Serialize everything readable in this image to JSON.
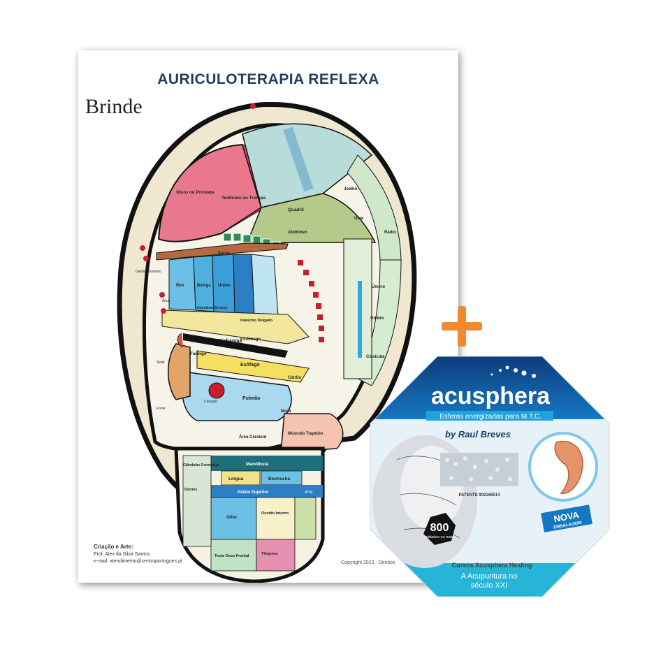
{
  "chart_sheet": {
    "title": "AURICULOTERAPIA REFLEXA",
    "overlay_label": "Brinde",
    "regions": {
      "utero": "Útero ou Próstata",
      "testiculo": "Testículo ou Trompa",
      "quadril": "Quadril",
      "abdomen": "Abdômen",
      "joelho": "Joelho",
      "sacro": "Sacro",
      "ulna": "Ulna",
      "radio": "Rádio",
      "umero": "Úmero",
      "ombro": "Ombro",
      "clavicula": "Clavícula",
      "intestino_grosso": "Intestino Grosso",
      "intestino_delgado": "Intestino Delgado",
      "rim": "Rim",
      "ureter": "Ureter",
      "bexiga": "Bexiga",
      "estomago": "Estômago",
      "diafragma": "Diafragma",
      "esofago": "Esôfago",
      "faringe": "Faringe",
      "cardia": "Cárdia",
      "pulmao": "Pulmão",
      "coracao": "Coração",
      "nuca": "Nuca",
      "musculo_trapezio": "Músculo Trapézio",
      "mandibula": "Mandíbula",
      "lingua": "Língua",
      "bochecha": "Bochecha",
      "palato": "Palato Superior",
      "olho": "Olho",
      "ouvido": "Ouvido Interno",
      "testa": "Testa Osso Frontal",
      "temporal": "Têmpora",
      "dentes": "Dentes",
      "genitais": "Genitais Externo",
      "anus": "Ânus",
      "sede": "Sede",
      "fome": "Fome",
      "area_cerebral": "Área Cerebral",
      "atm": "ATM",
      "glandulas": "Glândulas Coronárias"
    },
    "credits_title": "Criação e Arte:",
    "credits_author": "Prof. Alex da Silva Santos",
    "credits_email": "e-mail: atendimento@centroportugues.pt",
    "copyright": "Copyright 2023 - Direitos"
  },
  "plus_sign": {
    "color": "#ef8a2e"
  },
  "product_box": {
    "brand": "acusphera",
    "tagline": "Esferas energizadas para M.T.C.",
    "author": "by Raul Breves",
    "patent": "PATENTE 902166514",
    "badge_count": "800",
    "badge_text": "unidades ou mais!",
    "new_badge_line1": "NOVA",
    "new_badge_line2": "EMBALAGEM!",
    "footer_course": "Cursos Acusphera Healing",
    "footer_line1": "A Acupuntura no",
    "footer_line2": "século XXI",
    "colors": {
      "brand_blue": "#1677c2",
      "footer_cyan": "#27b4d9",
      "badge_orange": "#ee7d2b"
    }
  }
}
